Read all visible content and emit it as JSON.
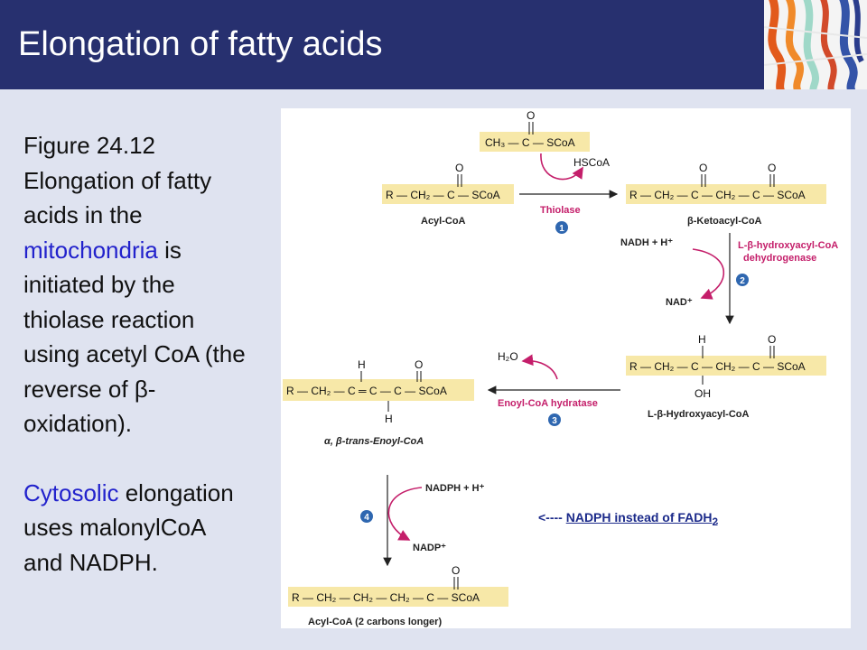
{
  "slide": {
    "title": "Elongation of fatty acids"
  },
  "body": {
    "p1_pre": "Figure 24.12 Elongation of fatty acids in the ",
    "p1_blue": "mitochondria",
    "p1_post": " is initiated by the thiolase reaction using acetyl CoA (the reverse of  β-oxidation).",
    "p2_blue": "Cytosolic",
    "p2_post": " elongation uses malonylCoA and NADPH."
  },
  "note": {
    "arrow": "<---- ",
    "text": "NADPH instead of FADH",
    "sub": "2"
  },
  "figure": {
    "acetyl_formula": "CH₃ — C — SCoA",
    "acyl_formula": "R — CH₂ — C — SCoA",
    "acyl_label": "Acyl-CoA",
    "hscoa": "HSCoA",
    "thiolase": "Thiolase",
    "step1": "1",
    "ketoacyl_formula": "R — CH₂ — C — CH₂ — C — SCoA",
    "ketoacyl_label": "β-Ketoacyl-CoA",
    "nadh": "NADH + H⁺",
    "dehydrogenase_1": "L-β-hydroxyacyl-CoA",
    "dehydrogenase_2": "dehydrogenase",
    "step2": "2",
    "nad": "NAD⁺",
    "hydroxyacyl_formula": "R — CH₂ — C — CH₂ — C — SCoA",
    "hydroxyacyl_label": "L-β-Hydroxyacyl-CoA",
    "h2o": "H₂O",
    "hydratase": "Enoyl-CoA hydratase",
    "step3": "3",
    "enoyl_formula": "R — CH₂ — C ═ C — C — SCoA",
    "enoyl_label": "α, β-trans-Enoyl-CoA",
    "nadph": "NADPH + H⁺",
    "step4": "4",
    "nadp": "NADP⁺",
    "longer_formula": "R — CH₂ — CH₂ — CH₂ — C — SCoA",
    "longer_label": "Acyl-CoA (2 carbons longer)",
    "atom_o": "O",
    "atom_h": "H",
    "atom_oh": "OH"
  },
  "colors": {
    "title_bar": "#27306f",
    "background": "#dfe3f0",
    "molecule_highlight": "#f7e8a8",
    "enzyme_text": "#c41e6a",
    "step_circle": "#2f67b0"
  }
}
